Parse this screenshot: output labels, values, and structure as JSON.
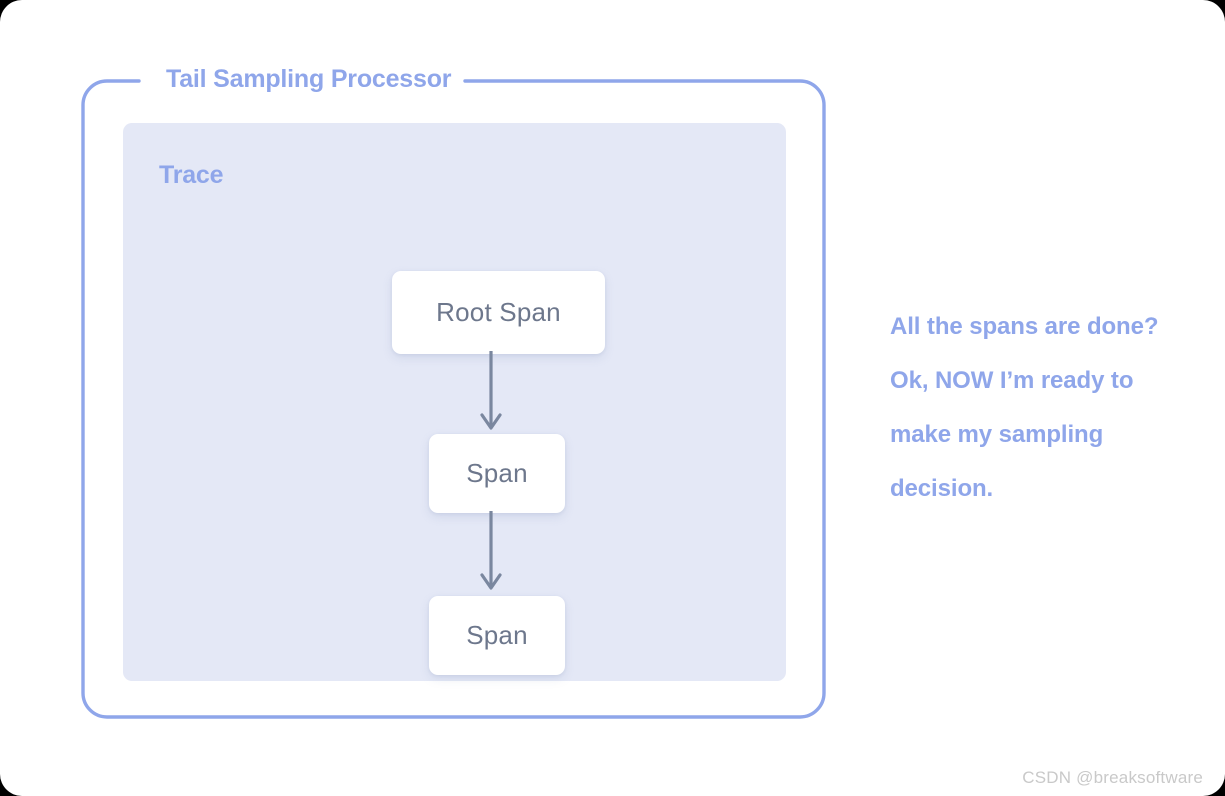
{
  "canvas": {
    "background": "#ffffff",
    "outer_background": "#000000"
  },
  "processor": {
    "title": "Tail Sampling Processor",
    "border_color": "#8fa6ea",
    "title_color": "#8fa6ea"
  },
  "trace": {
    "title": "Trace",
    "panel_color": "#e4e8f6",
    "title_color": "#8fa6ea"
  },
  "spans": [
    {
      "label": "Root Span",
      "name": "root-span"
    },
    {
      "label": "Span",
      "name": "child-span-1"
    },
    {
      "label": "Span",
      "name": "child-span-2"
    }
  ],
  "arrows": {
    "color": "#7a879f",
    "count": 2
  },
  "caption": {
    "text": "All the spans are done? Ok, NOW I’m ready to make my sampling decision.",
    "color": "#8fa6ea"
  },
  "watermark": {
    "text": "CSDN @breaksoftware",
    "color": "#c9c9c9"
  }
}
